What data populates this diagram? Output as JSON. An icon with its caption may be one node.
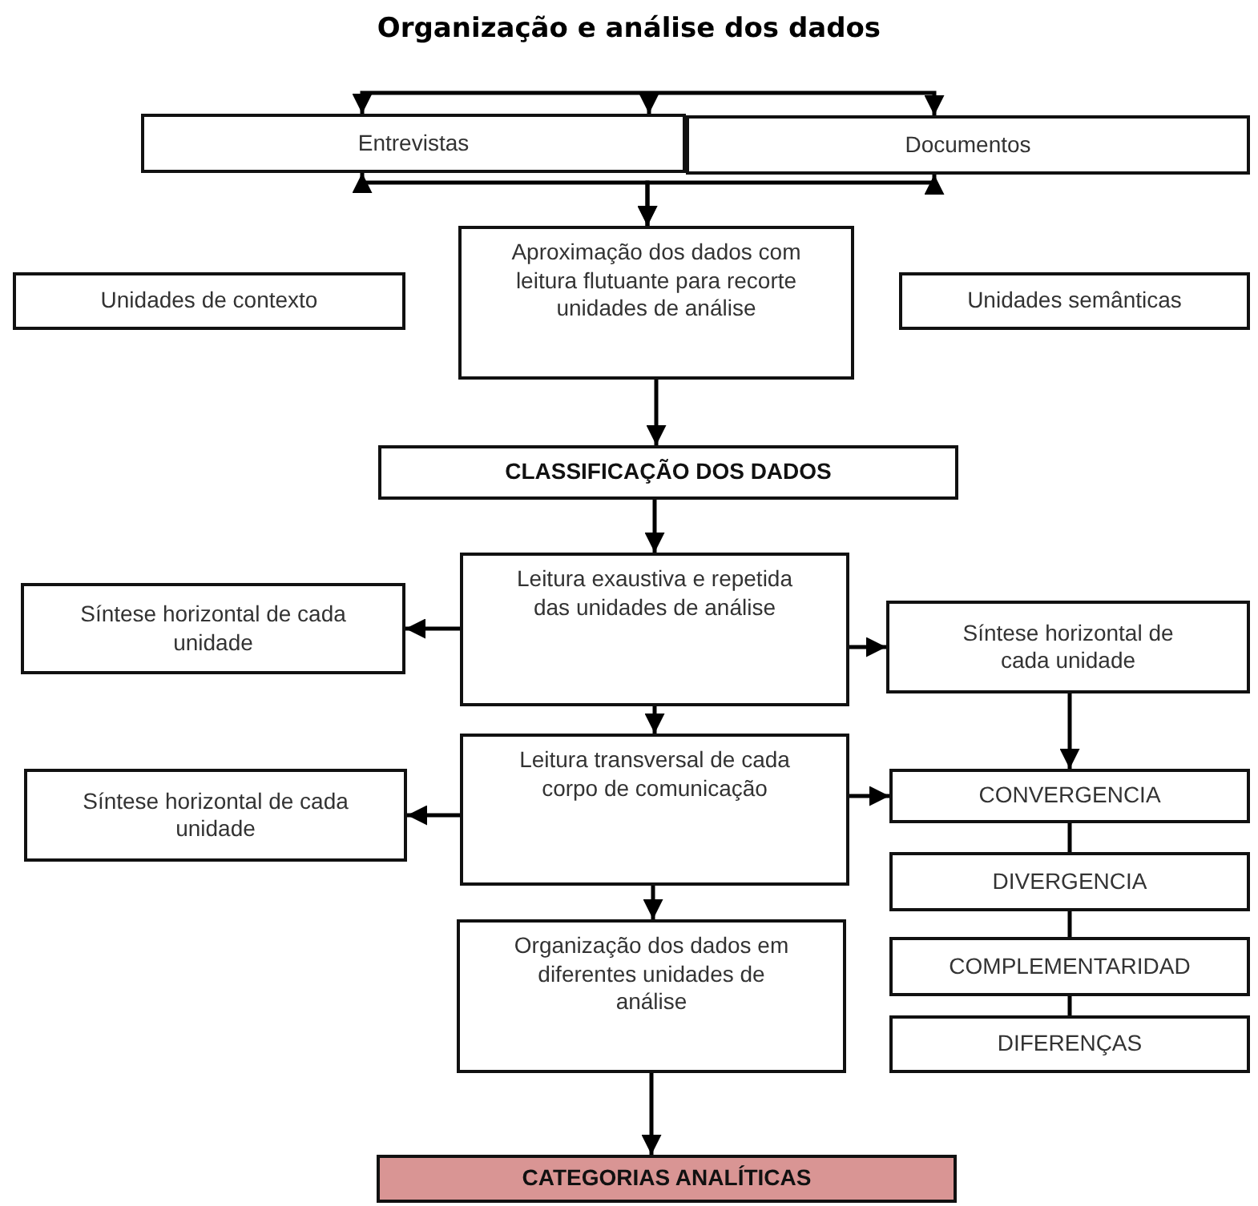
{
  "diagram": {
    "title": "Organização e análise dos dados",
    "nodes": [
      {
        "text": [
          "Entrevistas"
        ]
      },
      {
        "text": [
          "Documentos"
        ]
      },
      {
        "text": [
          "Aproximação dos dados com leitura flutuante para recorte unidades de análise"
        ]
      },
      {
        "text": [
          "Unidades de contexto"
        ]
      },
      {
        "text": [
          "Unidades semânticas"
        ]
      },
      {
        "text": [
          "CLASSIFICAÇÃO DOS DADOS"
        ]
      },
      {
        "text": [
          "Leitura exaustiva e repetida das unidades de análise"
        ]
      },
      {
        "text": [
          "Síntese horizontal de cada unidade"
        ]
      },
      {
        "text": [
          "Síntese horizontal de cada unidade"
        ]
      },
      {
        "text": [
          "Leitura transversal de cada corpo de comunicação"
        ]
      },
      {
        "text": [
          "Síntese horizontal de cada unidade"
        ]
      },
      {
        "text": [
          "CONVERGENCIA"
        ]
      },
      {
        "text": [
          "DIVERGENCIA"
        ]
      },
      {
        "text": [
          "Organização dos dados em diferentes unidades de análise"
        ]
      },
      {
        "text": [
          "COMPLEMENTARIDAD"
        ]
      },
      {
        "text": [
          "DIFERENÇAS"
        ]
      },
      {
        "text": [
          "CATEGORIAS ANALÍTICAS"
        ]
      }
    ],
    "edges": [
      {
        "from": null,
        "to": 0,
        "arrow": "to"
      },
      {
        "from": null,
        "to": 0,
        "arrow": "to"
      },
      {
        "from": null,
        "to": 1,
        "arrow": "to"
      },
      {
        "from": 2,
        "to": 0,
        "arrow": "both"
      },
      {
        "from": 2,
        "to": 1,
        "arrow": "both"
      },
      {
        "from": 2,
        "to": 5,
        "arrow": "to"
      },
      {
        "from": 5,
        "to": 6,
        "arrow": "to"
      },
      {
        "from": 6,
        "to": 7,
        "arrow": "to"
      },
      {
        "from": 6,
        "to": 8,
        "arrow": "to"
      },
      {
        "from": 6,
        "to": 9,
        "arrow": "to"
      },
      {
        "from": 8,
        "to": 11,
        "arrow": "to"
      },
      {
        "from": 9,
        "to": 10,
        "arrow": "to"
      },
      {
        "from": 9,
        "to": 11,
        "arrow": "to"
      },
      {
        "from": 9,
        "to": 13,
        "arrow": "to"
      },
      {
        "from": 11,
        "to": 12,
        "arrow": "none"
      },
      {
        "from": 12,
        "to": 14,
        "arrow": "none"
      },
      {
        "from": 14,
        "to": 15,
        "arrow": "none"
      },
      {
        "from": 13,
        "to": 16,
        "arrow": "to"
      }
    ]
  }
}
